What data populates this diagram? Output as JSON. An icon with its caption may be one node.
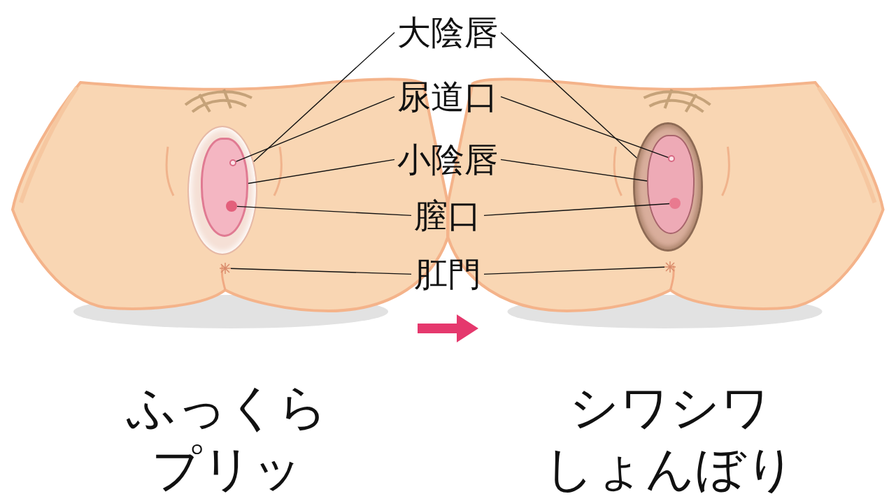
{
  "diagram": {
    "nodes": [
      {
        "text": [
          "大陰唇"
        ]
      },
      {
        "text": [
          "尿道口"
        ]
      },
      {
        "text": [
          "小陰唇"
        ]
      },
      {
        "text": [
          "膣口"
        ]
      },
      {
        "text": [
          "肛門"
        ]
      },
      {
        "text": [],
        "shape": "picture",
        "beside": [
          "ふっくらプリッ"
        ]
      },
      {
        "text": [],
        "shape": "ellipse",
        "in": 5
      },
      {
        "text": [],
        "shape": "ellipse",
        "in": 6
      },
      {
        "text": [],
        "shape": "circle",
        "in": 7
      },
      {
        "text": [],
        "shape": "circle",
        "in": 7
      },
      {
        "text": [],
        "shape": "star",
        "in": 5
      },
      {
        "text": [],
        "shape": "picture",
        "beside": [
          "シワシワしょんぼり"
        ]
      },
      {
        "text": [],
        "shape": "ellipse",
        "in": 11
      },
      {
        "text": [],
        "shape": "ellipse",
        "in": 12
      },
      {
        "text": [],
        "shape": "circle",
        "in": 13
      },
      {
        "text": [],
        "shape": "circle",
        "in": 13
      },
      {
        "text": [],
        "shape": "star",
        "in": 11
      }
    ],
    "edges": [
      {
        "from": 0,
        "to": 6,
        "arrow": "none"
      },
      {
        "from": 0,
        "to": 12,
        "arrow": "none"
      },
      {
        "from": 1,
        "to": 8,
        "arrow": "none"
      },
      {
        "from": 1,
        "to": 14,
        "arrow": "none"
      },
      {
        "from": 2,
        "to": 7,
        "arrow": "none"
      },
      {
        "from": 2,
        "to": 13,
        "arrow": "none"
      },
      {
        "from": 3,
        "to": 9,
        "arrow": "none"
      },
      {
        "from": 3,
        "to": 15,
        "arrow": "none"
      },
      {
        "from": 4,
        "to": 10,
        "arrow": "none"
      },
      {
        "from": 4,
        "to": 16,
        "arrow": "none"
      }
    ]
  }
}
